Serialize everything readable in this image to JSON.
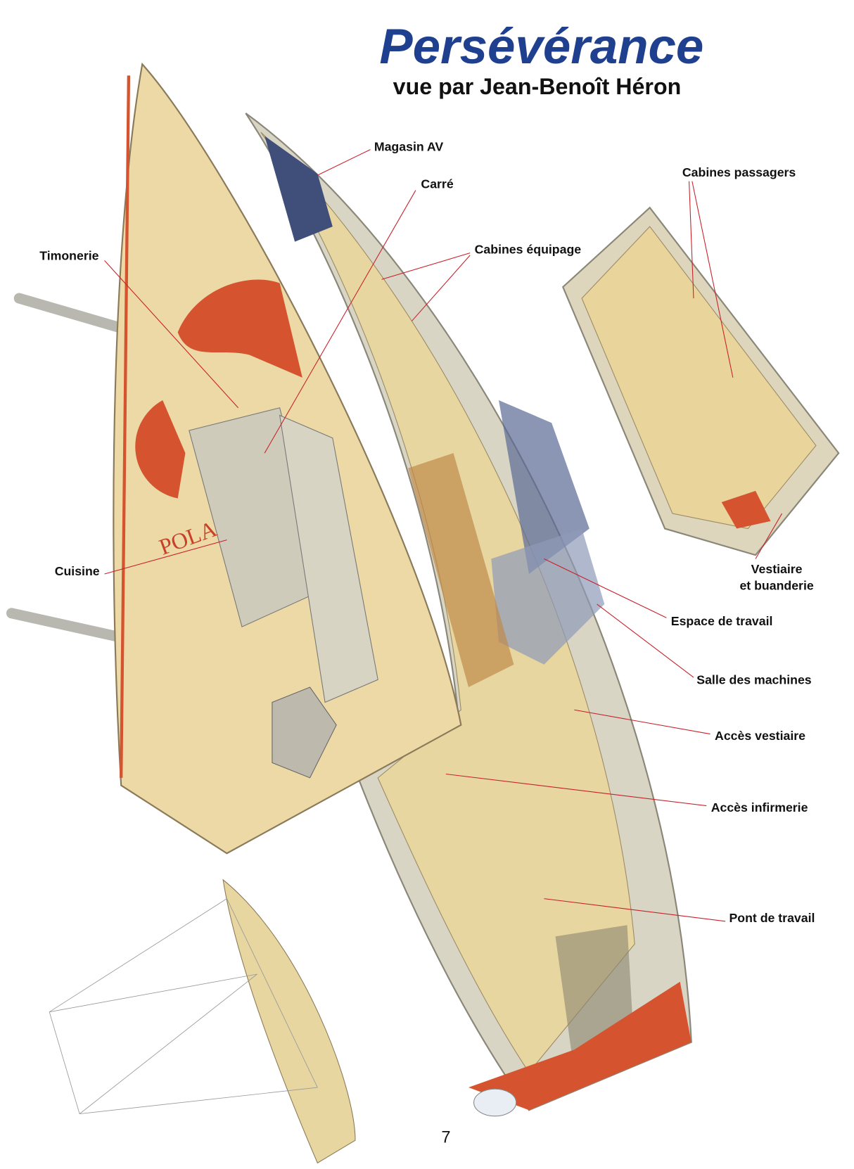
{
  "header": {
    "title": "Persévérance",
    "subtitle": "vue par Jean-Benoît Héron"
  },
  "labels": {
    "magasin_av": "Magasin AV",
    "carre": "Carré",
    "timonerie": "Timonerie",
    "cabines_equipage": "Cabines équipage",
    "cabines_passagers": "Cabines passagers",
    "cuisine": "Cuisine",
    "vestiaire_1": "Vestiaire",
    "vestiaire_2": "et buanderie",
    "espace_travail": "Espace de travail",
    "salle_machines": "Salle des machines",
    "acces_vestiaire": "Accès vestiaire",
    "acces_infirmerie": "Accès infirmerie",
    "pont_travail": "Pont de travail"
  },
  "hull_marking": "POLA",
  "page_number": "7",
  "colors": {
    "title": "#1f3f8f",
    "leader": "#c8202a",
    "deck": "#ecd9a6",
    "hull": "#dcd8c8",
    "red": "#d5532f"
  }
}
